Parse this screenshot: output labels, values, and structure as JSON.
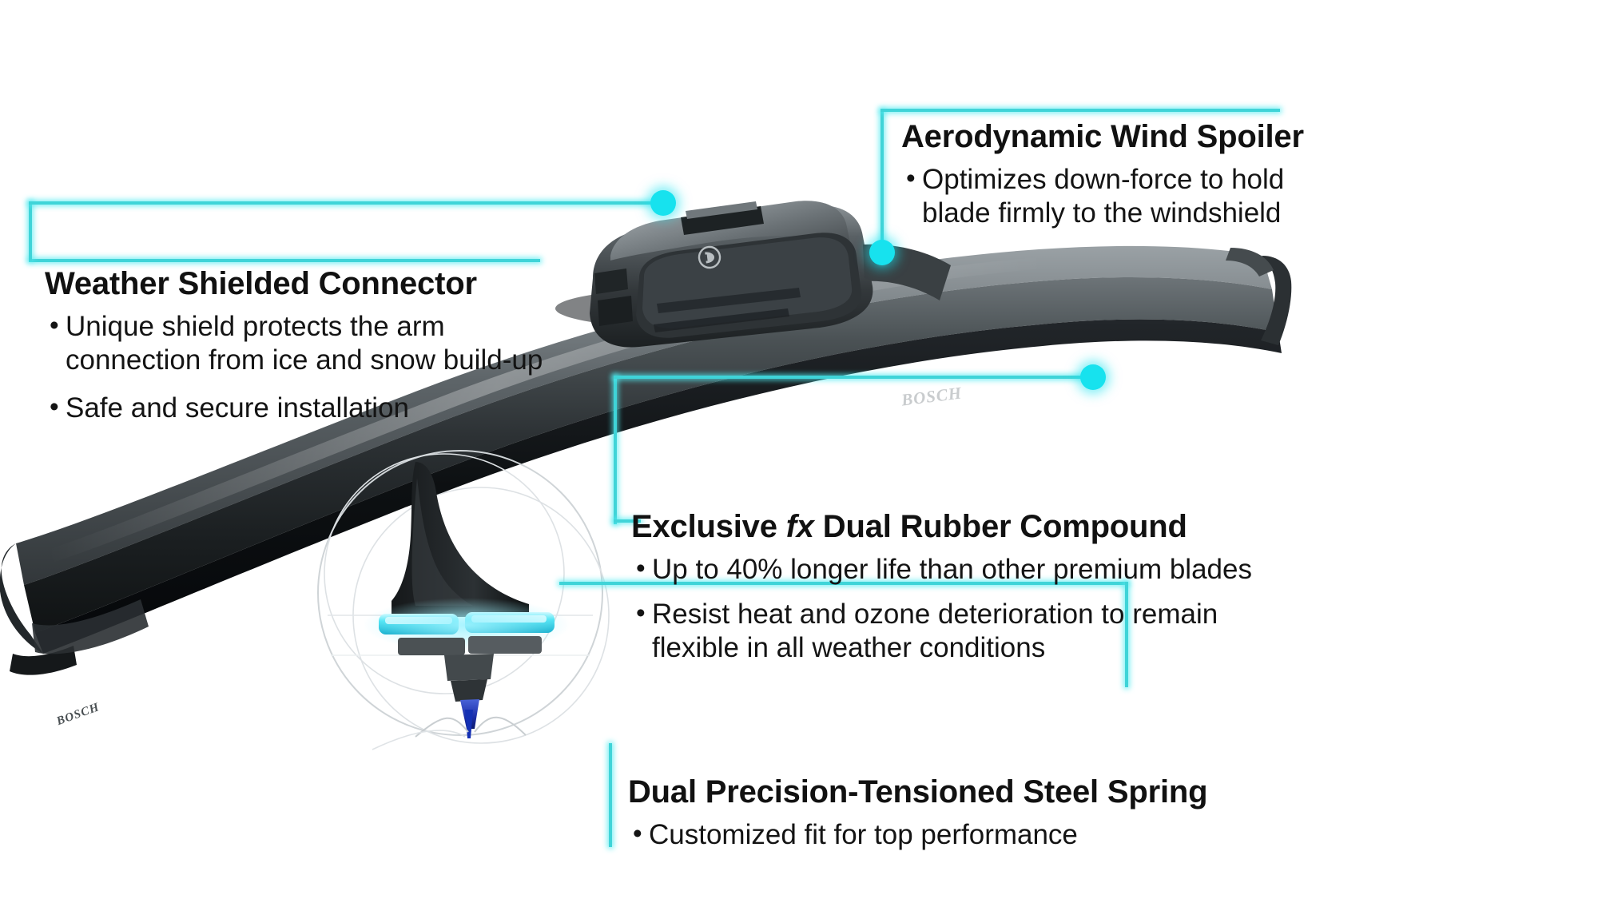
{
  "image": {
    "subject": "Bosch ICON beam wiper blade feature infographic",
    "background_color": "#ffffff",
    "accent_color": "#3fd4d8",
    "dot_color": "#17e2ee"
  },
  "brand": {
    "name": "BOSCH",
    "connector_badge": "BOSCH",
    "tip_badge": "BOSCH"
  },
  "callouts": [
    {
      "id": "aerodynamic-wind-spoiler",
      "title": "Aerodynamic Wind Spoiler",
      "bullets": [
        {
          "line1": "Optimizes down-force to hold",
          "line2": "blade firmly to the windshield"
        }
      ]
    },
    {
      "id": "weather-shielded-connector",
      "title": "Weather Shielded Connector",
      "bullets": [
        {
          "line1": "Unique shield protects the arm",
          "line2": "connection from ice and snow build-up"
        },
        {
          "line1": "Safe and secure installation",
          "line2": ""
        }
      ]
    },
    {
      "id": "exclusive-fx-dual-rubber-compound",
      "title_pre": "Exclusive ",
      "title_em": "fx",
      "title_post": " Dual Rubber Compound",
      "title": "Exclusive fx Dual Rubber Compound",
      "bullets": [
        {
          "line1": "Up to 40% longer life than other premium blades",
          "line2": ""
        },
        {
          "line1": "Resist heat and ozone deterioration to remain",
          "line2": "flexible in all weather conditions"
        }
      ]
    },
    {
      "id": "dual-precision-tensioned-steel-spring",
      "title": "Dual Precision-Tensioned Steel Spring",
      "bullets": [
        {
          "line1": "Customized fit for top performance",
          "line2": ""
        }
      ]
    }
  ]
}
